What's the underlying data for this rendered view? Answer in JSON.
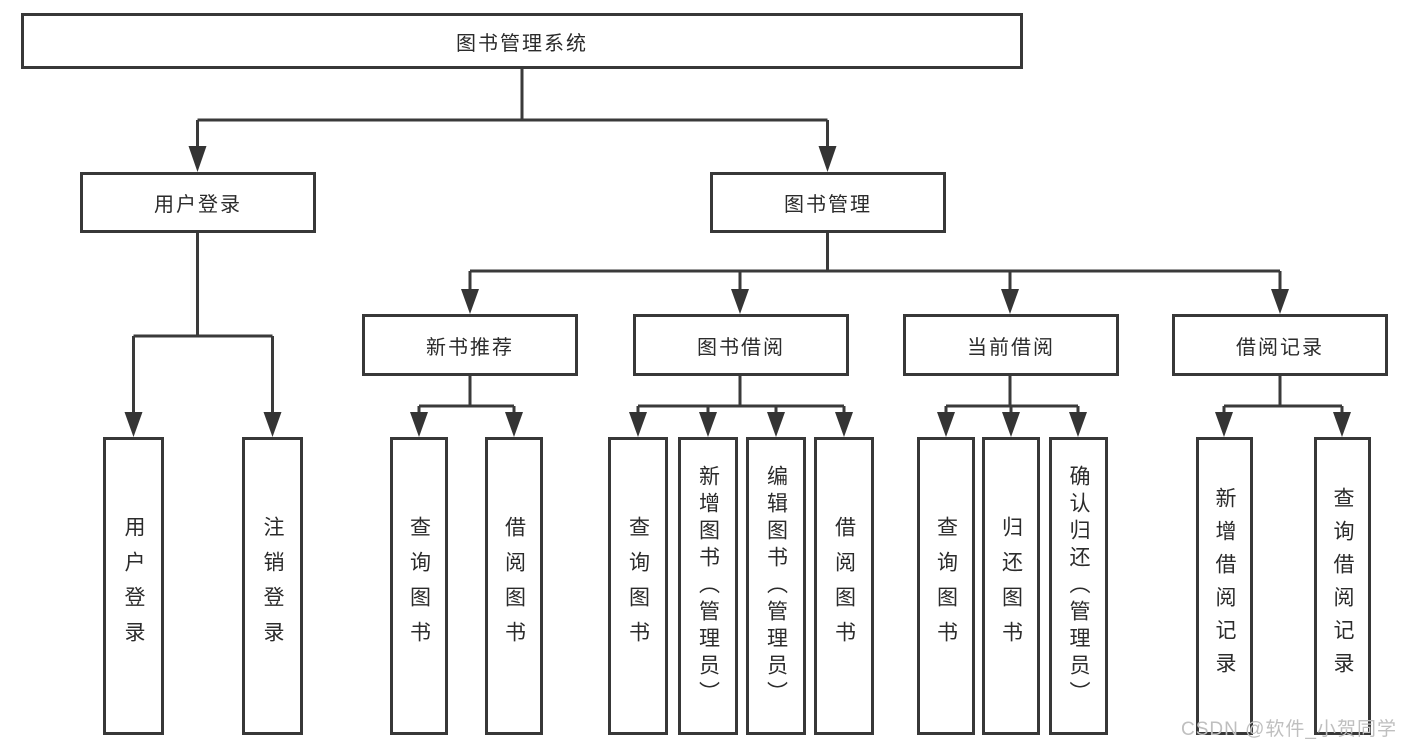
{
  "diagram": {
    "title": "图书管理系统",
    "colors": {
      "line": "#3a3a3a",
      "box_border": "#383838",
      "text": "#2b2b2b",
      "background": "#ffffff",
      "watermark": "#bfbfbf"
    },
    "root": {
      "label": "图书管理系统"
    },
    "level1": [
      {
        "label": "用户登录",
        "parent": "图书管理系统"
      },
      {
        "label": "图书管理",
        "parent": "图书管理系统"
      }
    ],
    "level2": [
      {
        "label": "新书推荐",
        "parent": "图书管理"
      },
      {
        "label": "图书借阅",
        "parent": "图书管理"
      },
      {
        "label": "当前借阅",
        "parent": "图书管理"
      },
      {
        "label": "借阅记录",
        "parent": "图书管理"
      }
    ],
    "leaves": [
      {
        "label": "用户登录",
        "parent": "用户登录"
      },
      {
        "label": "注销登录",
        "parent": "用户登录"
      },
      {
        "label": "查询图书",
        "parent": "新书推荐"
      },
      {
        "label": "借阅图书",
        "parent": "新书推荐"
      },
      {
        "label": "查询图书",
        "parent": "图书借阅"
      },
      {
        "label": "新增图书（管理员）",
        "parent": "图书借阅"
      },
      {
        "label": "编辑图书（管理员）",
        "parent": "图书借阅"
      },
      {
        "label": "借阅图书",
        "parent": "图书借阅"
      },
      {
        "label": "查询图书",
        "parent": "当前借阅"
      },
      {
        "label": "归还图书",
        "parent": "当前借阅"
      },
      {
        "label": "确认归还（管理员）",
        "parent": "当前借阅"
      },
      {
        "label": "新增借阅记录",
        "parent": "借阅记录"
      },
      {
        "label": "查询借阅记录",
        "parent": "借阅记录"
      }
    ],
    "watermark": "CSDN @软件_小贺同学"
  }
}
